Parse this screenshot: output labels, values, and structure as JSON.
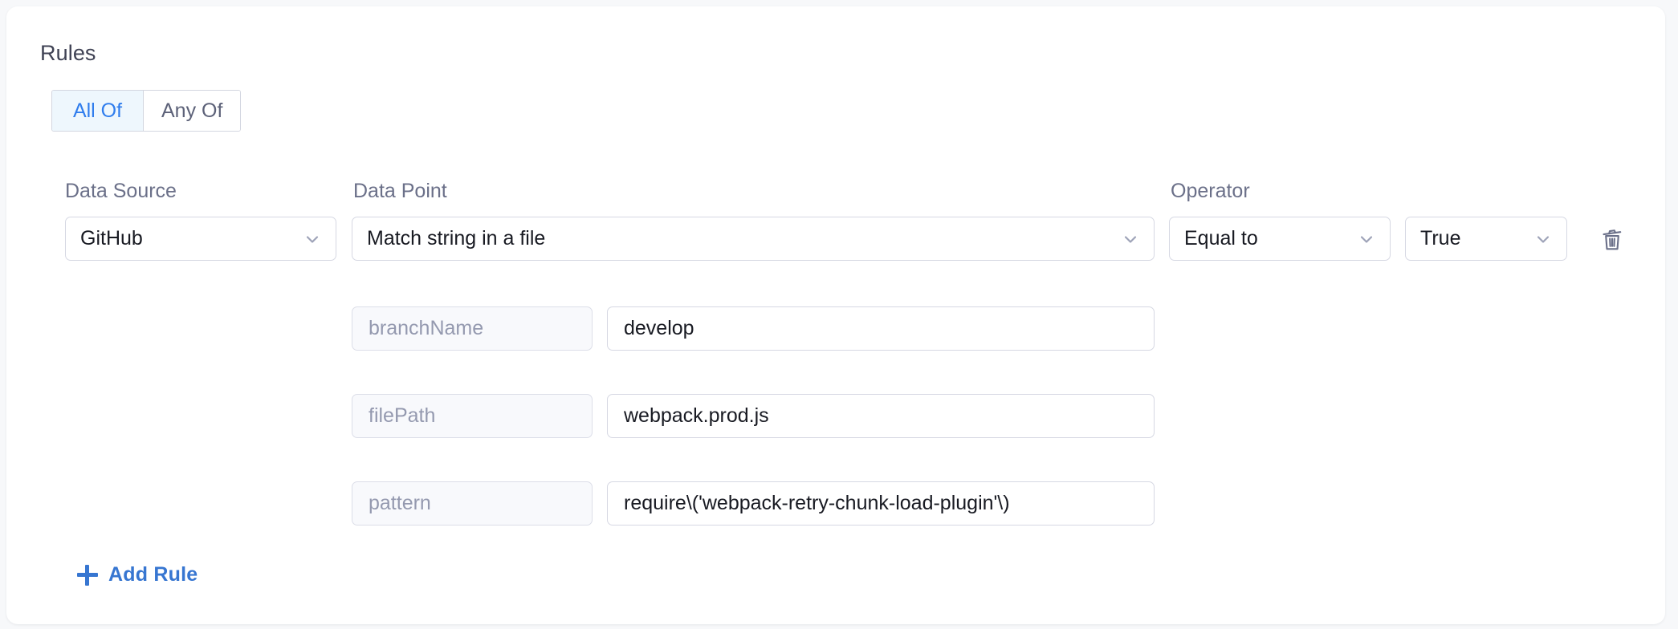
{
  "panel": {
    "title": "Rules"
  },
  "match_toggle": {
    "options": [
      {
        "label": "All Of",
        "active": true
      },
      {
        "label": "Any Of",
        "active": false
      }
    ],
    "active_color": "#2f7ded",
    "active_background": "#eef7fd"
  },
  "columns": {
    "data_source_label": "Data Source",
    "data_point_label": "Data Point",
    "operator_label": "Operator"
  },
  "rule": {
    "data_source": "GitHub",
    "data_point": "Match string in a file",
    "operator": "Equal to",
    "operand": "True",
    "delete_icon": "trash-icon",
    "chevron_icon": "chevron-down-icon",
    "parameters": [
      {
        "key": "branchName",
        "value": "develop"
      },
      {
        "key": "filePath",
        "value": "webpack.prod.js"
      },
      {
        "key": "pattern",
        "value": "require\\('webpack-retry-chunk-load-plugin'\\)"
      }
    ]
  },
  "actions": {
    "add_rule_label": "Add Rule",
    "add_rule_icon": "plus-icon",
    "link_color": "#3776d1"
  }
}
